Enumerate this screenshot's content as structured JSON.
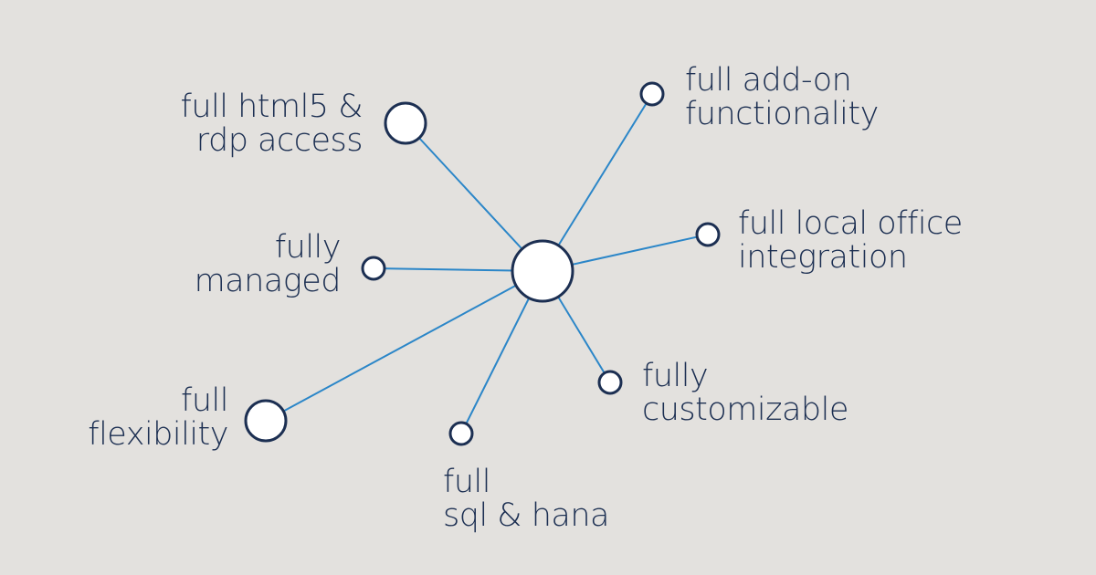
{
  "colors": {
    "background": "#e3e1de",
    "line": "#2b86c8",
    "node_fill": "#ffffff",
    "node_stroke": "#1c2f52",
    "text": "#1c2f52"
  },
  "features": [
    {
      "id": "html5",
      "line1": "full html5 &",
      "line2": "rdp access"
    },
    {
      "id": "managed",
      "line1": "fully",
      "line2": "managed"
    },
    {
      "id": "flexibility",
      "line1": "full",
      "line2": "flexibility"
    },
    {
      "id": "sql",
      "line1": "full",
      "line2": "sql & hana"
    },
    {
      "id": "customizable",
      "line1": "fully",
      "line2": "customizable"
    },
    {
      "id": "office",
      "line1": "full local office",
      "line2": "integration"
    },
    {
      "id": "addon",
      "line1": "full add-on",
      "line2": "functionality"
    }
  ]
}
